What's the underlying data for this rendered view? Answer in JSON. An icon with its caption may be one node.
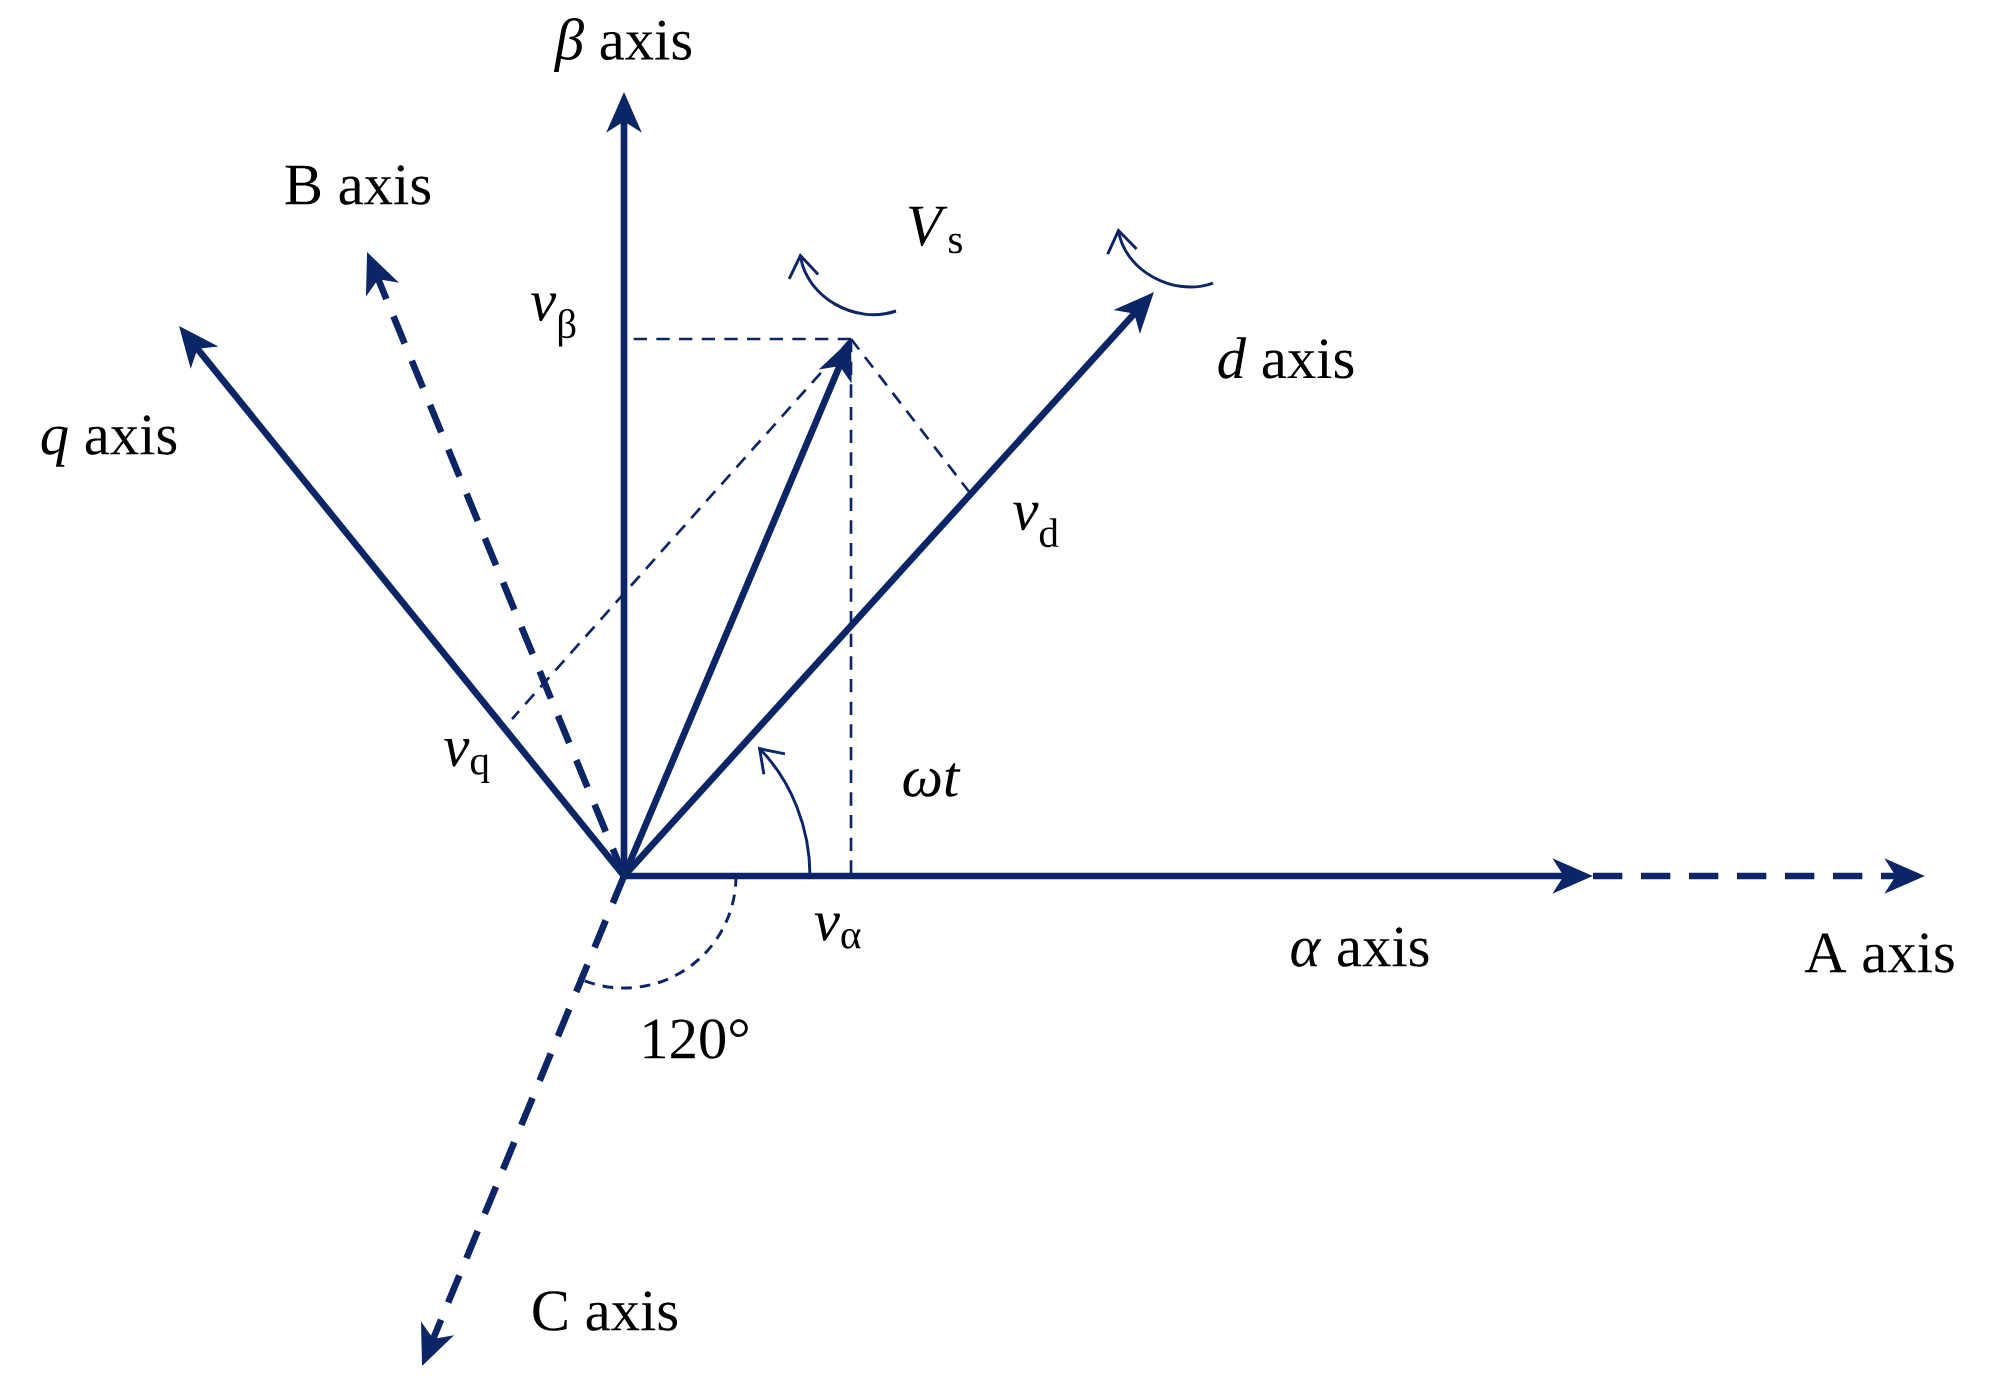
{
  "diagram": {
    "labels": [
      "*β* axis",
      "B axis",
      "*V*$_{s}$",
      "*v*$_{β}$",
      "*d* axis",
      "*q* axis",
      "*v*$_{d}$",
      "*v*$_{q}$",
      "*ωt*",
      "*v*$_{α}$",
      "*α* axis",
      "A axis",
      "120°",
      "C axis"
    ]
  }
}
